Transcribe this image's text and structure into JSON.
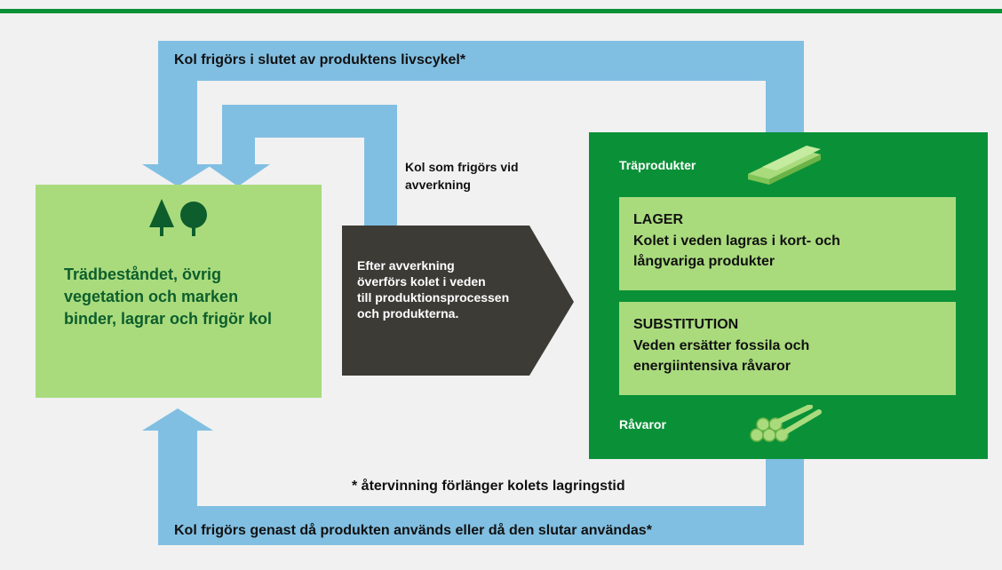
{
  "colors": {
    "background": "#f1f1f1",
    "top_rule": "#0a9137",
    "arrow_blue": "#81bfe2",
    "light_green": "#a9db7d",
    "dark_green": "#0a9137",
    "process_dark": "#3c3b36",
    "forest_text": "#0d5e2c"
  },
  "top_loop": {
    "label": "Kol frigörs i slutet av produktens livscykel*"
  },
  "harvest_loop": {
    "label_line1": "Kol som frigörs vid",
    "label_line2": "avverkning"
  },
  "forest": {
    "icon": "trees-icon",
    "line1": "Trädbeståndet, övrig",
    "line2": "vegetation och marken",
    "line3": "binder, lagrar och frigör kol"
  },
  "process": {
    "line1": "Efter avverkning",
    "line2": "överförs kolet i veden",
    "line3": "till produktionsprocessen",
    "line4": "och produkterna."
  },
  "products": {
    "wood_products_label": "Träprodukter",
    "wood_products_icon": "planks-icon",
    "lager": {
      "title": "LAGER",
      "line1": "Kolet i veden lagras i kort- och",
      "line2": "långvariga produkter"
    },
    "substitution": {
      "title": "SUBSTITUTION",
      "line1": "Veden ersätter fossila och",
      "line2": "energiintensiva råvaror"
    },
    "raw_materials_label": "Råvaror",
    "raw_materials_icon": "logs-icon"
  },
  "footnote": "* återvinning förlänger kolets lagringstid",
  "bottom_loop": {
    "label": "Kol frigörs genast då produkten används eller då den slutar användas*"
  }
}
